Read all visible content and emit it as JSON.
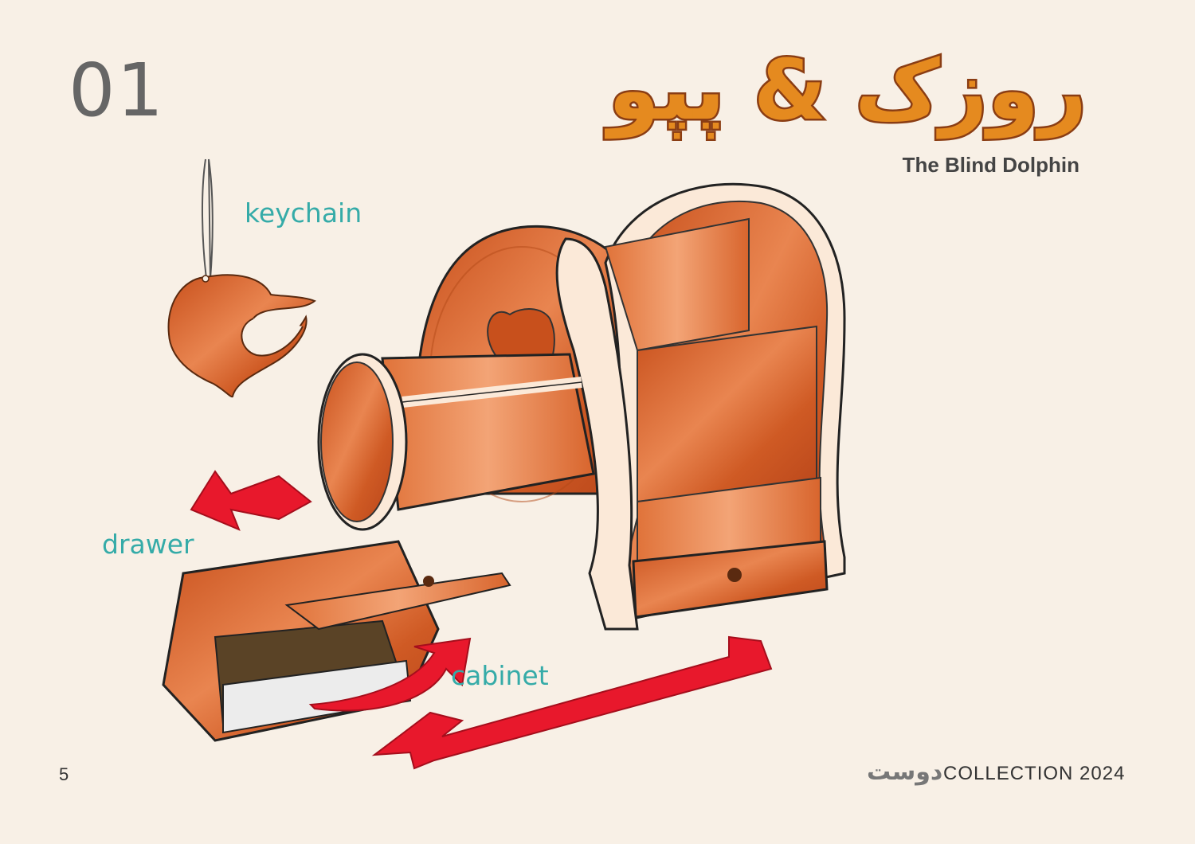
{
  "header": {
    "number": "01",
    "title_fa": "روزک & پپو",
    "title_en": "The Blind Dolphin"
  },
  "labels": {
    "keychain": "keychain",
    "drawer": "drawer",
    "cabinet": "cabinet"
  },
  "footer": {
    "page_number": "5",
    "brand": "دوست",
    "collection": "COLLECTION 2024"
  },
  "colors": {
    "background": "#f8f0e6",
    "wood": "#d9652a",
    "label_teal": "#35aba8",
    "arrow_red": "#e8182c",
    "title_orange": "#e58a1f"
  }
}
